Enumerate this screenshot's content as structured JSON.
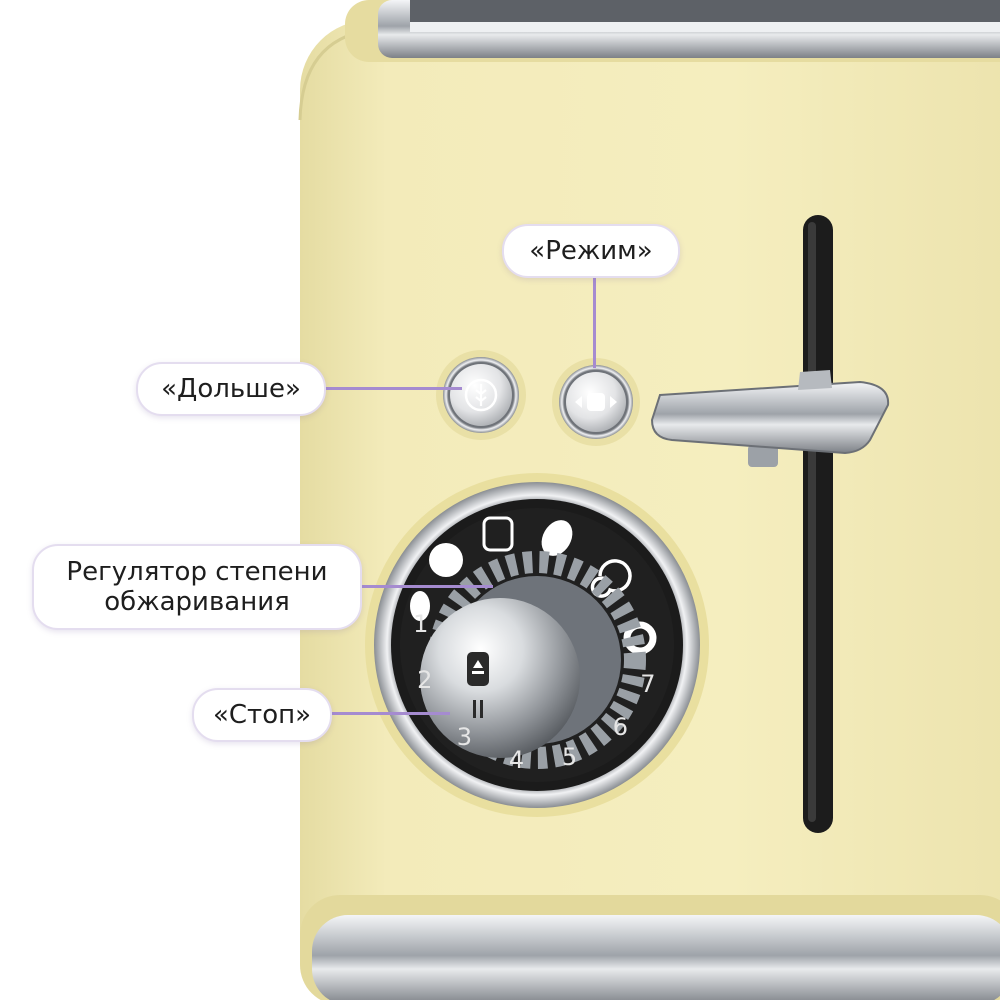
{
  "callouts": {
    "mode": "«Режим»",
    "longer": "«Дольше»",
    "regulator": "Регулятор степени обжаривания",
    "stop": "«Стоп»"
  },
  "dial": {
    "numbers": [
      "1",
      "2",
      "3",
      "4",
      "5",
      "6",
      "7"
    ],
    "program_icons": [
      "frozen-icon",
      "toast-icon",
      "bun-icon",
      "croissant-icon",
      "bagel-icon",
      "spiral-icon"
    ]
  },
  "colors": {
    "body": "#f2eab6",
    "dial_face": "#1b1b1b",
    "accent_line": "#a58bd0",
    "chrome": "#c9ccd0"
  }
}
